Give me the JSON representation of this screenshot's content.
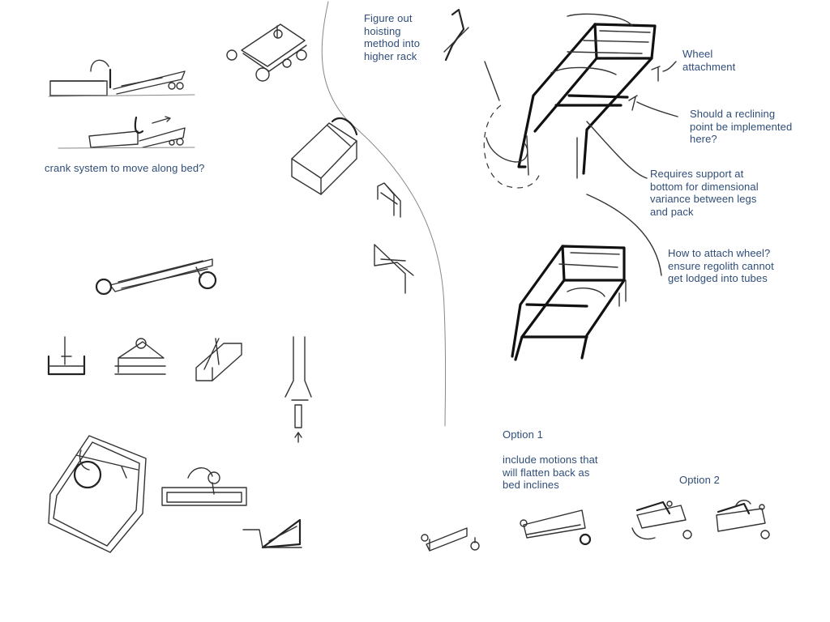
{
  "notes": {
    "crank": "crank system to move along bed?",
    "hoist": "Figure out\nhoisting\nmethod into\nhigher rack",
    "wheel": "Wheel\nattachment",
    "recline": "Should a reclining\npoint be implemented\nhere?",
    "support": "Requires support at\nbottom for dimensional\nvariance between legs\nand pack",
    "attach": "How to attach wheel?\nensure regolith cannot\nget lodged into tubes",
    "option1": "Option 1",
    "motions": "include motions that\nwill flatten back as\nbed inclines",
    "option2": "Option 2"
  },
  "colors": {
    "note_text": "#2f4d78",
    "sketch_line": "#222222",
    "background": "#ffffff"
  }
}
